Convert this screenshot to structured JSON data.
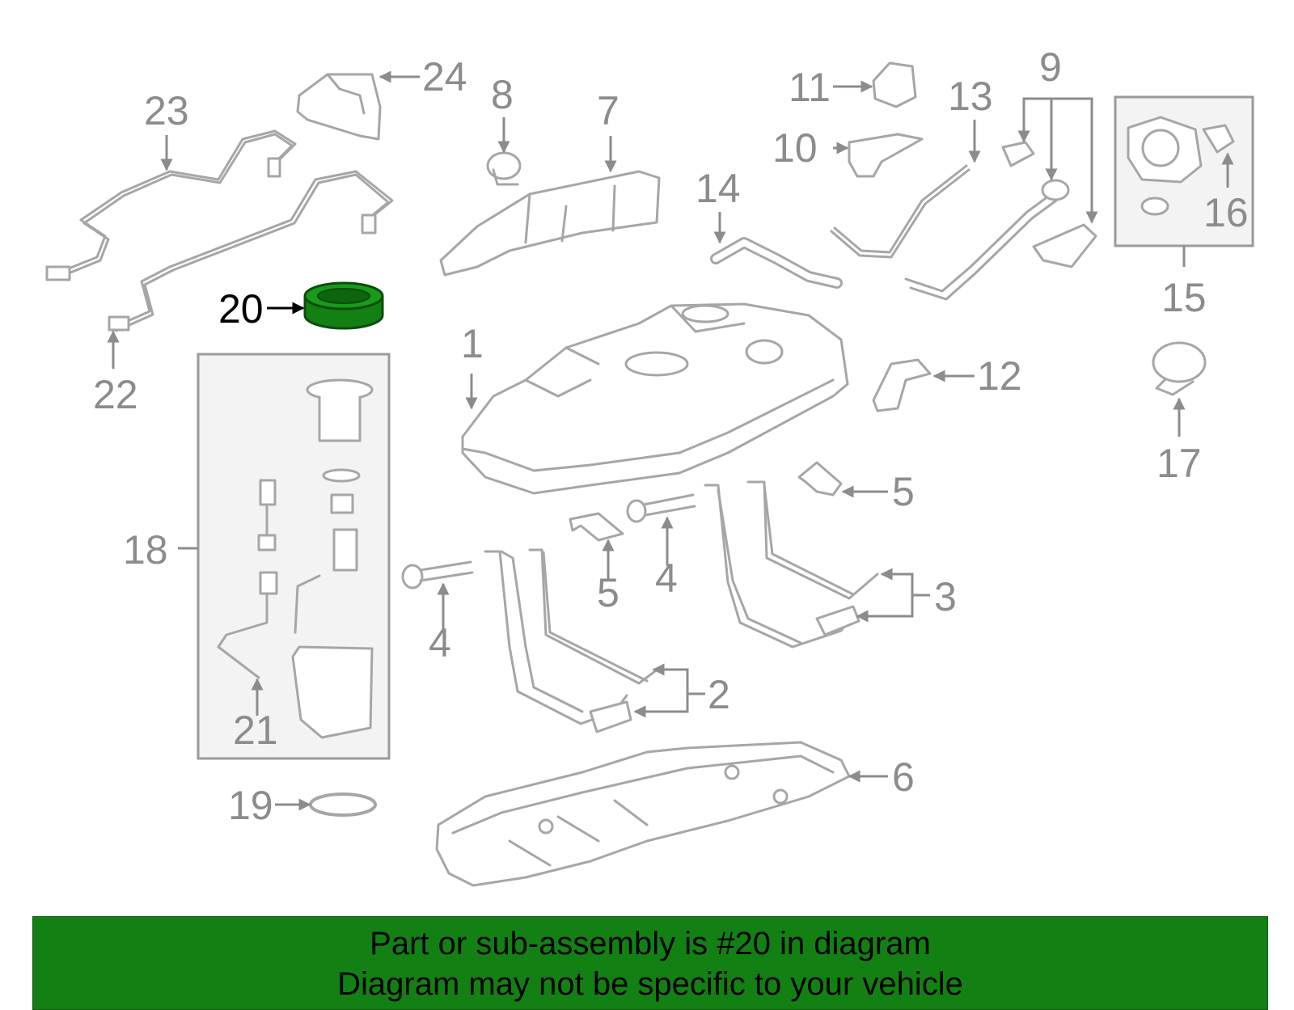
{
  "diagram": {
    "highlight_part": "20",
    "highlight_color": "#138013",
    "labels": {
      "p1": "1",
      "p2": "2",
      "p3": "3",
      "p4a": "4",
      "p4b": "4",
      "p5a": "5",
      "p5b": "5",
      "p6": "6",
      "p7": "7",
      "p8": "8",
      "p9": "9",
      "p10": "10",
      "p11": "11",
      "p12": "12",
      "p13": "13",
      "p14": "14",
      "p15": "15",
      "p16": "16",
      "p17": "17",
      "p18": "18",
      "p19": "19",
      "p20": "20",
      "p21": "21",
      "p22": "22",
      "p23": "23",
      "p24": "24"
    }
  },
  "banner": {
    "background": "#138013",
    "line1": "Part or sub-assembly is #20 in diagram",
    "line2": "Diagram may not be specific to your vehicle"
  }
}
